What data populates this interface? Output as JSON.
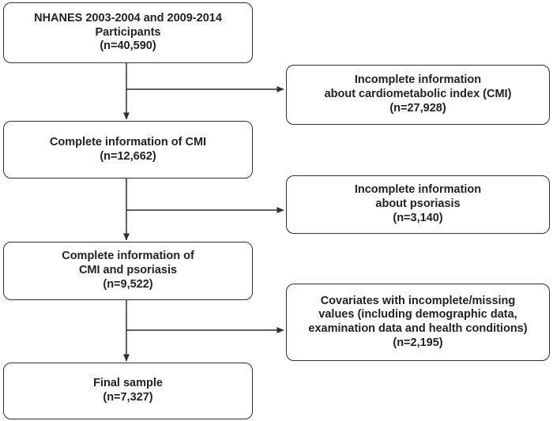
{
  "diagram": {
    "main_steps": [
      {
        "lines": [
          "NHANES 2003-2004 and 2009-2014",
          "Participants",
          "(n=40,590)"
        ]
      },
      {
        "lines": [
          "Complete information of CMI",
          "(n=12,662)"
        ]
      },
      {
        "lines": [
          "Complete information of",
          "CMI and psoriasis",
          "(n=9,522)"
        ]
      },
      {
        "lines": [
          "Final sample",
          "(n=7,327)"
        ]
      }
    ],
    "exclusions": [
      {
        "lines": [
          "Incomplete information",
          "about cardiometabolic index (CMI)",
          "(n=27,928)"
        ]
      },
      {
        "lines": [
          "Incomplete information",
          "about psoriasis",
          "(n=3,140)"
        ]
      },
      {
        "lines": [
          "Covariates with incomplete/missing",
          "values (including demographic data,",
          "examination data and health conditions)",
          "(n=2,195)"
        ]
      }
    ]
  }
}
